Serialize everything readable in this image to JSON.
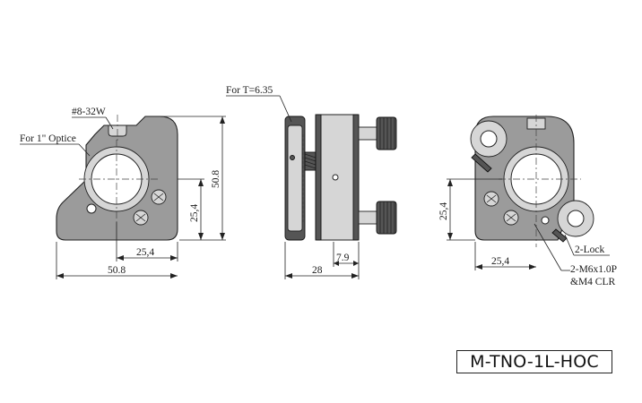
{
  "model": "M-TNO-1L-HOC",
  "front_view": {
    "thread_label": "#8-32W",
    "optic_label": "For 1\" Optice",
    "height_dim": "50.8",
    "center_height_dim": "25,4",
    "center_width_dim": "25,4",
    "width_dim": "50.8"
  },
  "side_view": {
    "thickness_label": "For T=6.35",
    "depth_dim": "28",
    "knob_dim": "7.9"
  },
  "back_view": {
    "center_height_dim": "25,4",
    "center_width_dim": "25,4",
    "lock_label": "2-Lock",
    "thread_label_line1": "2-M6x1.0P",
    "thread_label_line2": "&M4 CLR"
  }
}
